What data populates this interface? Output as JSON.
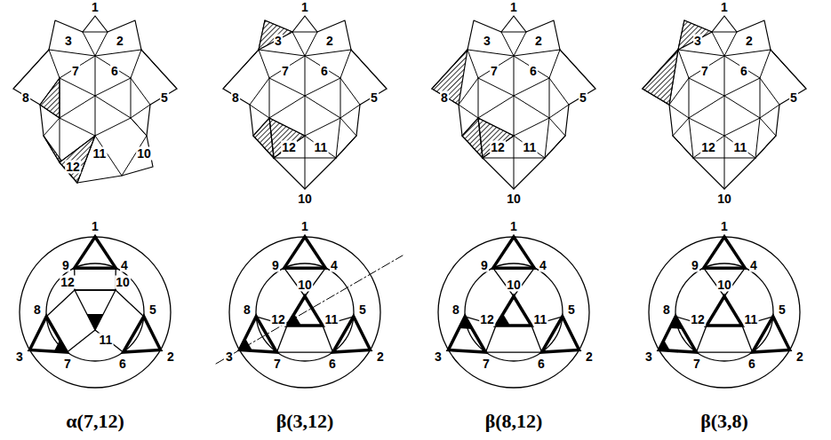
{
  "diagram": {
    "labels": [
      "1",
      "3",
      "2",
      "7",
      "6",
      "8",
      "5",
      "12",
      "11",
      "10",
      "1",
      "3",
      "2",
      "7",
      "6",
      "8",
      "5",
      "12",
      "11",
      "10",
      "1",
      "3",
      "2",
      "7",
      "6",
      "8",
      "5",
      "12",
      "11",
      "10",
      "1",
      "3",
      "2",
      "7",
      "6",
      "5",
      "12",
      "11",
      "10",
      "1",
      "9",
      "4",
      "12",
      "10",
      "8",
      "5",
      "3",
      "7",
      "11",
      "6",
      "2",
      "1",
      "9",
      "4",
      "10",
      "8",
      "12",
      "11",
      "5",
      "3",
      "7",
      "6",
      "2",
      "1",
      "9",
      "4",
      "10",
      "8",
      "12",
      "11",
      "5",
      "3",
      "7",
      "6",
      "2",
      "1",
      "9",
      "4",
      "10",
      "8",
      "12",
      "11",
      "5",
      "3",
      "7",
      "6",
      "2",
      "α(7,12)",
      "β(3,12)",
      "β(8,12)",
      "β(3,8)"
    ]
  }
}
